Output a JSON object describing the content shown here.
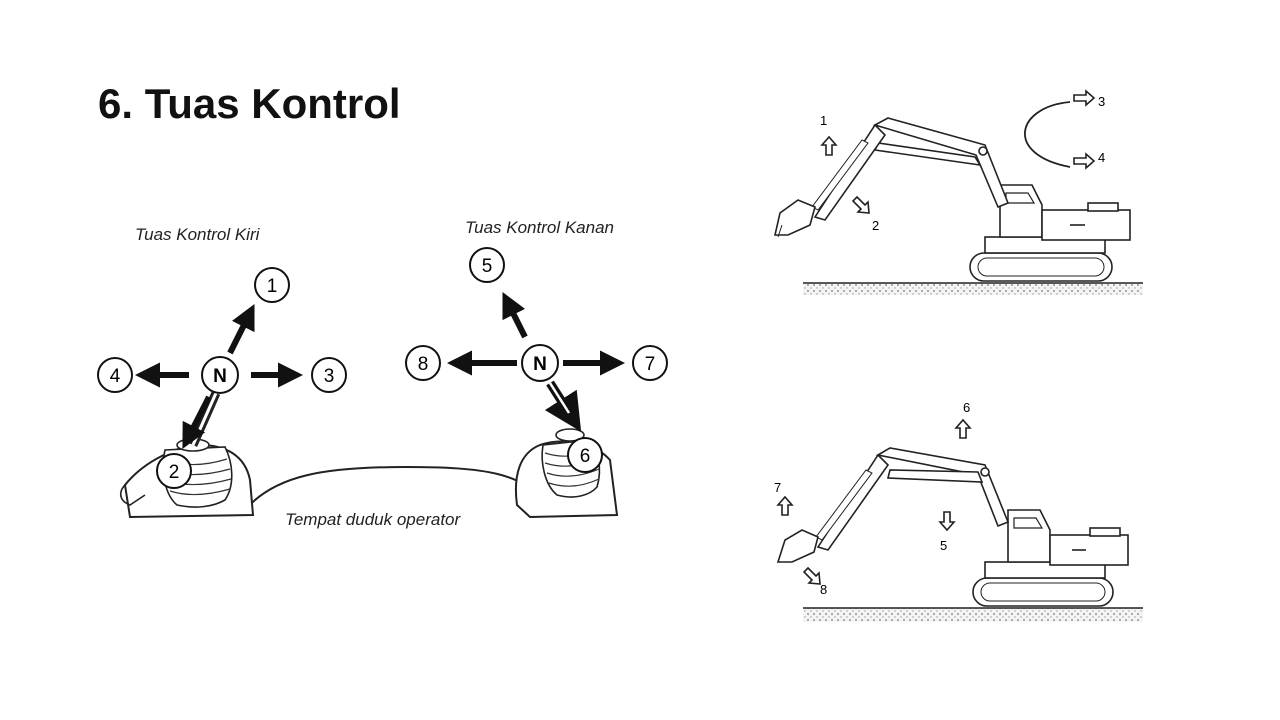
{
  "slide": {
    "title": "6. Tuas Kontrol"
  },
  "levers": {
    "left_caption": "Tuas Kontrol Kiri",
    "right_caption": "Tuas Kontrol Kanan",
    "seat_caption": "Tempat duduk operator",
    "neutral": "N",
    "left_positions": [
      "1",
      "2",
      "3",
      "4"
    ],
    "right_positions": [
      "5",
      "6",
      "7",
      "8"
    ]
  },
  "excavator_top": {
    "labels": [
      "1",
      "2",
      "3",
      "4"
    ]
  },
  "excavator_bottom": {
    "labels": [
      "5",
      "6",
      "7",
      "8"
    ]
  }
}
